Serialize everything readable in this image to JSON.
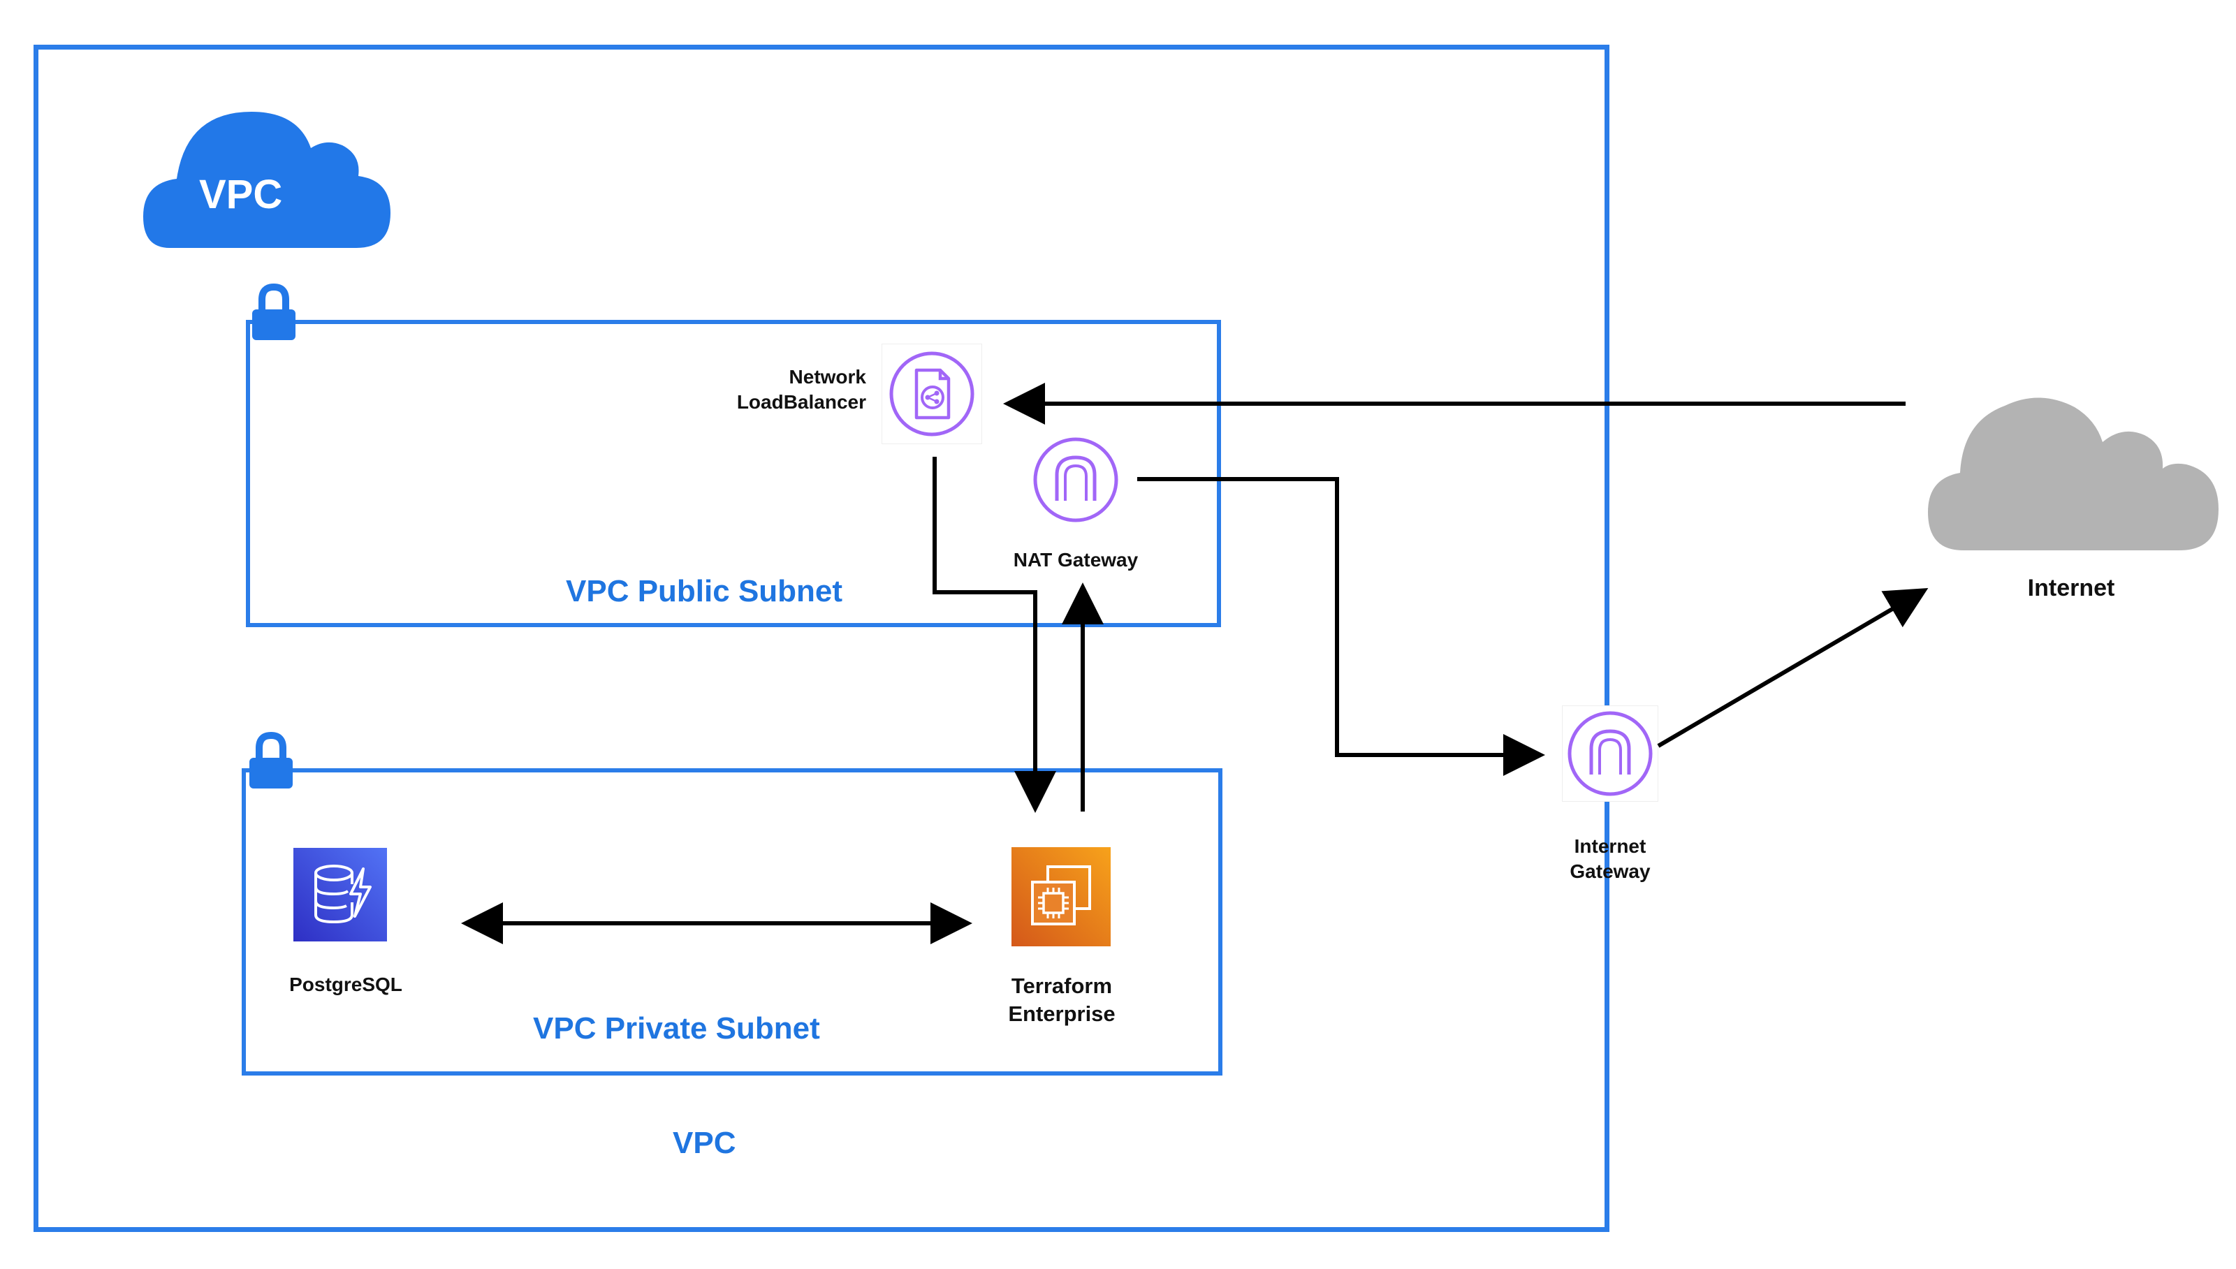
{
  "vpc": {
    "cloud_badge_label": "VPC",
    "bottom_label": "VPC"
  },
  "public_subnet": {
    "label": "VPC Public  Subnet"
  },
  "private_subnet": {
    "label": "VPC Private  Subnet"
  },
  "nodes": {
    "load_balancer": {
      "label_line1": "Network",
      "label_line2": "LoadBalancer"
    },
    "nat_gateway": {
      "label": "NAT Gateway"
    },
    "postgres": {
      "label": "PostgreSQL"
    },
    "terraform": {
      "label_line1": "Terraform",
      "label_line2": "Enterprise"
    },
    "internet_gateway": {
      "label_line1": "Internet",
      "label_line2": "Gateway"
    },
    "internet": {
      "label": "Internet"
    }
  },
  "colors": {
    "vpc_blue": "#2b7de9",
    "label_blue": "#1f75e0",
    "aws_purple": "#a166f7",
    "internet_cloud_gray": "#b3b3b3",
    "ec2_orange": "#e8781a",
    "dynamodb_indigo": "#3b4fe0"
  }
}
